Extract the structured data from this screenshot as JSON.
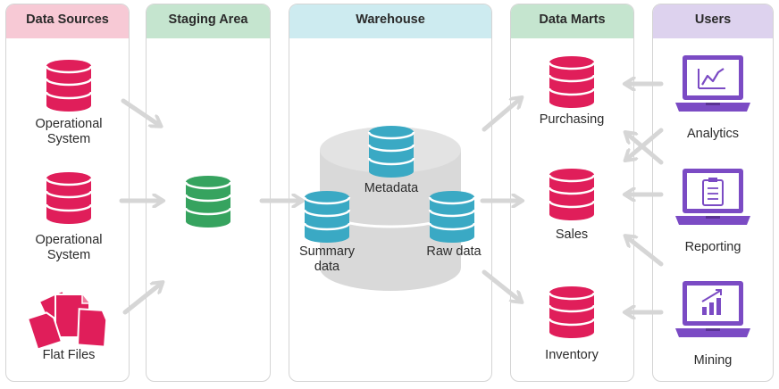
{
  "panels": {
    "data_sources": "Data Sources",
    "staging_area": "Staging Area",
    "warehouse": "Warehouse",
    "data_marts": "Data Marts",
    "users": "Users"
  },
  "sources": {
    "operational_1": "Operational\nSystem",
    "operational_2": "Operational\nSystem",
    "flat_files": "Flat Files"
  },
  "warehouse_items": {
    "metadata": "Metadata",
    "summary": "Summary\ndata",
    "raw": "Raw data"
  },
  "marts": {
    "purchasing": "Purchasing",
    "sales": "Sales",
    "inventory": "Inventory"
  },
  "users": {
    "analytics": "Analytics",
    "reporting": "Reporting",
    "mining": "Mining"
  },
  "colors": {
    "header_sources": "#f7c9d5",
    "header_staging": "#c5e5cf",
    "header_warehouse": "#cdebf0",
    "header_marts": "#c5e5cf",
    "header_users": "#ddd2ee",
    "db_red": "#e01e5a",
    "db_green": "#36a35f",
    "db_blue": "#3aa9c4",
    "laptop_purple": "#7b4bc4",
    "arrow_gray": "#d6d6d6",
    "platform_gray": "#d9d9d9"
  }
}
